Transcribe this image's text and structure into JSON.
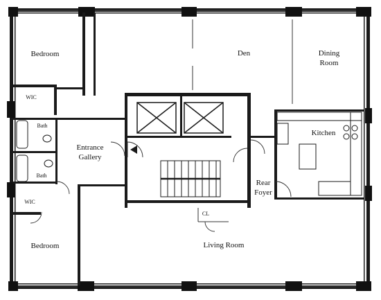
{
  "colors": {
    "wall": "#1a1a1a",
    "thin_line": "#333333",
    "paper": "#ffffff"
  },
  "rooms": {
    "bedroom_top": [
      "Bedroom"
    ],
    "den": [
      "Den"
    ],
    "dining_room": [
      "Dining",
      "Room"
    ],
    "wic_top": [
      "WIC"
    ],
    "bath_top": [
      "Bath"
    ],
    "entrance_gallery": [
      "Entrance",
      "Gallery"
    ],
    "kitchen": [
      "Kitchen"
    ],
    "bath_bottom": [
      "Bath"
    ],
    "rear_foyer": [
      "Rear",
      "Foyer"
    ],
    "wic_bottom": [
      "WIC"
    ],
    "cl": [
      "CL"
    ],
    "bedroom_bottom": [
      "Bedroom"
    ],
    "living_room": [
      "Living Room"
    ]
  }
}
